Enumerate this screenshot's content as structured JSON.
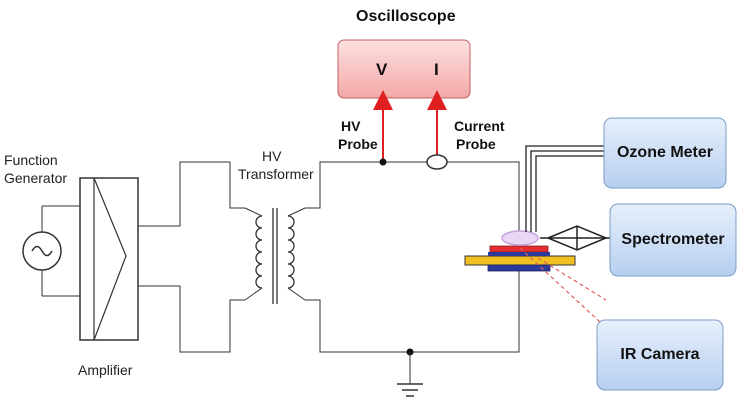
{
  "title": "Oscilloscope",
  "oscilloscope": {
    "v_label": "V",
    "i_label": "I"
  },
  "function_generator": {
    "line1": "Function",
    "line2": "Generator"
  },
  "amplifier": {
    "label": "Amplifier"
  },
  "transformer": {
    "line1": "HV",
    "line2": "Transformer"
  },
  "hv_probe": {
    "line1": "HV",
    "line2": "Probe"
  },
  "current_probe": {
    "line1": "Current",
    "line2": "Probe"
  },
  "instruments": {
    "ozone_meter": "Ozone Meter",
    "spectrometer": "Spectrometer",
    "ir_camera": "IR Camera"
  },
  "colors": {
    "signal_arrow": "#e02020",
    "oscilloscope_fill": "#f7b8b8",
    "instrument_fill": "#cfe0f6",
    "instrument_border": "#7c9cc6",
    "electrode_top": "#e53030",
    "dielectric": "#f0c020",
    "electrode_bottom": "#2c3a9c",
    "plasma": "#c9a0e0"
  }
}
